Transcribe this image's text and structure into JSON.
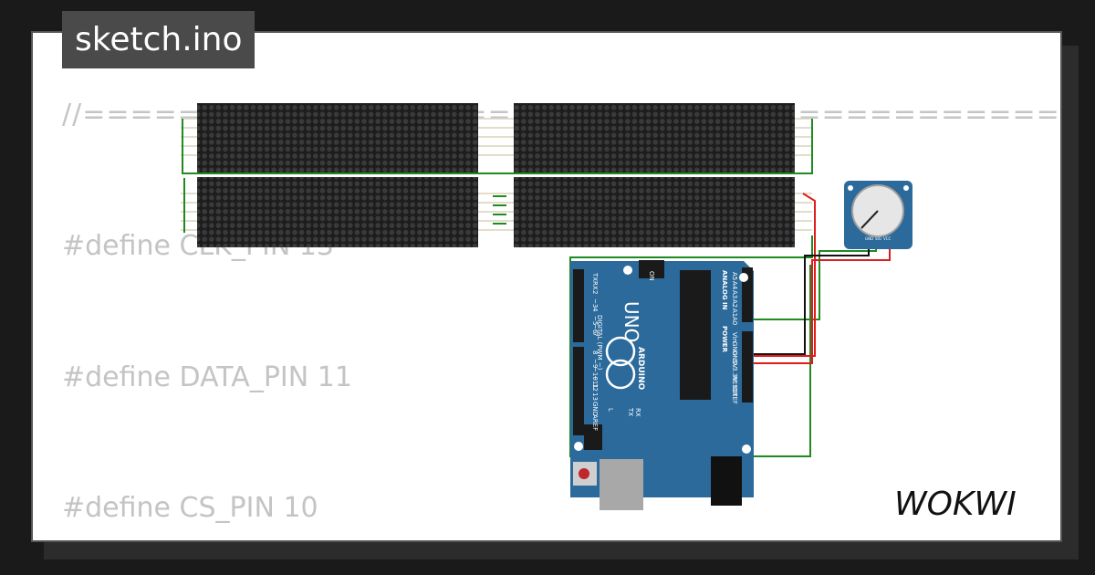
{
  "tab": {
    "filename": "sketch.ino"
  },
  "code": {
    "rule": "//=====================================================================================",
    "clk_define": "#define CLK_PIN 13",
    "data_define": "#define DATA_PIN 11",
    "cs_define": "#define CS_PIN 10"
  },
  "board": {
    "brand": "ARDUINO",
    "model": "UNO",
    "on_label": "ON",
    "digital_label": "DIGITAL (PWM ~)",
    "analog_label": "ANALOG IN",
    "power_label": "POWER",
    "tx_label": "TX",
    "rx_label": "RX",
    "l_label": "L",
    "digital_pins": [
      "TX",
      "RX",
      "2",
      "~3",
      "4",
      "~5",
      "~6",
      "7",
      "8",
      "~9",
      "~10",
      "~11",
      "12",
      "13",
      "GND",
      "AREF"
    ],
    "analog_pins": [
      "A5",
      "A4",
      "A3",
      "A2",
      "A1",
      "A0"
    ],
    "power_pins": [
      "Vin",
      "GND",
      "GND",
      "5V",
      "3.3V",
      "RESET",
      "IOREF"
    ]
  },
  "potentiometer": {
    "pins": [
      "GND",
      "SIG",
      "VCC"
    ]
  },
  "brand": {
    "logo_text": "WOKWI"
  },
  "colors": {
    "background": "#1a1a1a",
    "tab": "#4a4a4a",
    "board": "#2b6a9b",
    "matrix": "#1d1d1d",
    "wire_green": "#1f8a1f",
    "wire_red": "#e01b1b",
    "wire_black": "#111111"
  }
}
